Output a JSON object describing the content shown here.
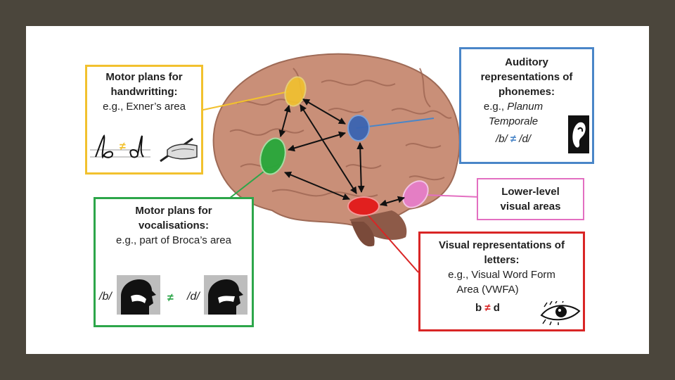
{
  "boxes": {
    "handwriting": {
      "title_line1": "Motor plans for",
      "title_line2": "handwritting:",
      "example": "e.g., Exner’s area",
      "neq": "≠"
    },
    "auditory": {
      "title_line1": "Auditory",
      "title_line2": "representations of",
      "title_line3": "phonemes:",
      "example_prefix": "e.g., ",
      "example_italic1": "Planum",
      "example_italic2": "Temporale",
      "phoneme_b": "/b/",
      "neq": "≠",
      "phoneme_d": "/d/"
    },
    "vocalisation": {
      "title_line1": "Motor plans for",
      "title_line2": "vocalisations:",
      "example": "e.g., part of Broca’s area",
      "phoneme_b": "/b/",
      "neq": "≠",
      "phoneme_d": "/d/"
    },
    "lower_visual": {
      "title_line1": "Lower-level",
      "title_line2": "visual areas"
    },
    "visual": {
      "title_line1": "Visual representations of",
      "title_line2": "letters:",
      "example_line1": "e.g., Visual Word Form",
      "example_line2": "Area (VWFA)",
      "letter_b": "b",
      "neq": "≠",
      "letter_d": "d"
    }
  },
  "colors": {
    "handwriting": "#f2c12e",
    "auditory": "#4a86c8",
    "vocalisation": "#2da64a",
    "lower_visual": "#e36fc1",
    "visual": "#d92525",
    "brain": "#c98f78"
  },
  "icons": [
    "brain-image",
    "handwriting-letters-icon",
    "pen-hand-icon",
    "ear-icon",
    "vocal-tract-icon",
    "eye-icon"
  ]
}
